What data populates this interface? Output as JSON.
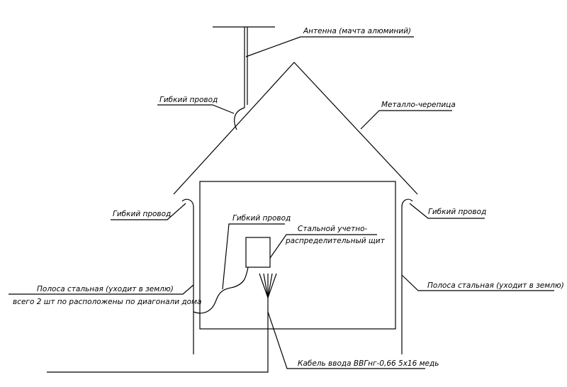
{
  "labels": {
    "antenna": "Антенна (мачта алюминий)",
    "roof": "Металло-черепица",
    "flex_wire_top": "Гибкий провод",
    "flex_wire_left": "Гибкий провод",
    "flex_wire_right": "Гибкий провод",
    "flex_wire_inner": "Гибкий провод",
    "panel_line1": "Стальной учетно-",
    "panel_line2": "распределительный щит",
    "strip_left_line1": "Полоса стальная (уходит в землю)",
    "strip_left_line2": "всего 2 шт по расположены по диагонали дома",
    "strip_right": "Полоса стальная (уходит в землю)",
    "cable": "Кабель ввода ВВГнг-0,66 5х16 медь"
  }
}
